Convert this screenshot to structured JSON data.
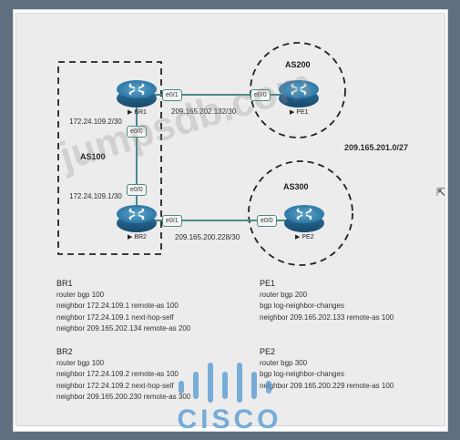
{
  "diagram": {
    "autonomous_systems": [
      {
        "id": "as100",
        "label": "AS100"
      },
      {
        "id": "as200",
        "label": "AS200"
      },
      {
        "id": "as300",
        "label": "AS300"
      }
    ],
    "routers": {
      "br1": {
        "name": "BR1"
      },
      "br2": {
        "name": "BR2"
      },
      "pe1": {
        "name": "PE1"
      },
      "pe2": {
        "name": "PE2"
      }
    },
    "interfaces": {
      "br1_e01": "e0/1",
      "br1_e00": "e0/0",
      "br2_e00": "e0/0",
      "br2_e01": "e0/1",
      "pe1_e00": "e0/0",
      "pe2_e00": "e0/0"
    },
    "subnets": {
      "br1_ip": "172.24.109.2/30",
      "br2_ip": "172.24.109.1/30",
      "br1_pe1_link": "209.165.202.132/30",
      "br2_pe2_link": "209.165.200.228/30",
      "pe_net": "209.165.201.0/27"
    }
  },
  "configs": {
    "br1": {
      "title": "BR1",
      "lines": [
        "router bgp 100",
        "neighbor 172.24.109.1 remote-as 100",
        "neighbor 172.24.109.1 next-hop-self",
        "neighbor 209.165.202.134 remote-as 200"
      ]
    },
    "pe1": {
      "title": "PE1",
      "lines": [
        "router bgp 200",
        "bgp log-neighbor-changes",
        "neighbor 209.165.202.133 remote-as 100"
      ]
    },
    "br2": {
      "title": "BR2",
      "lines": [
        "router bgp 100",
        "neighbor 172.24.109.2 remote-as 100",
        "neighbor 172.24.109.2 next-hop-self",
        "neighbor 209.165.200.230 remote-as 300"
      ]
    },
    "pe2": {
      "title": "PE2",
      "lines": [
        "router bgp 300",
        "bgp log-neighbor-changes",
        "neighbor 209.165.200.229 remote-as 100"
      ]
    }
  },
  "watermark": "jumpsdb.com",
  "logo_text": "CISCO",
  "colors": {
    "router_blue": "#2e79a6",
    "link_teal": "#4a8a86",
    "logo_blue": "#5096d2"
  }
}
